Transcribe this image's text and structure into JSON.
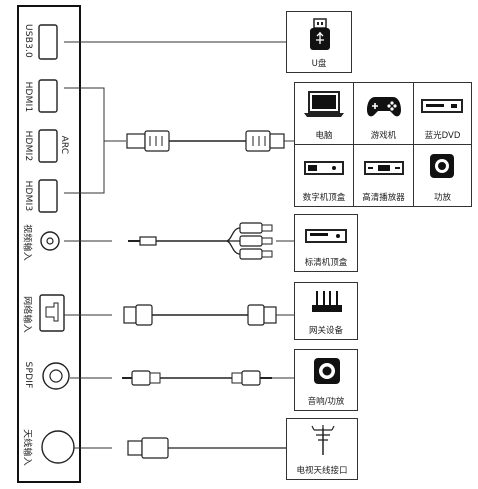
{
  "panel": {
    "ports": [
      {
        "label": "USB3.0"
      },
      {
        "label": "HDMI1"
      },
      {
        "label": "HDMI2"
      },
      {
        "label": "HDMI3"
      },
      {
        "label": "视频输入"
      },
      {
        "label": "网络输入"
      },
      {
        "label": "SPDIF"
      },
      {
        "label": "天线输入"
      }
    ],
    "arc_label": "ARC"
  },
  "devices": {
    "udisk": "U盘",
    "computer": "电脑",
    "game_console": "游戏机",
    "bluray": "蓝光DVD",
    "digital_stb": "数字机顶盒",
    "hd_player": "高清播放器",
    "amplifier": "功放",
    "sd_stb": "标清机顶盒",
    "gateway": "网关设备",
    "audio_amp": "音响/功放",
    "antenna": "电视天线接口"
  }
}
